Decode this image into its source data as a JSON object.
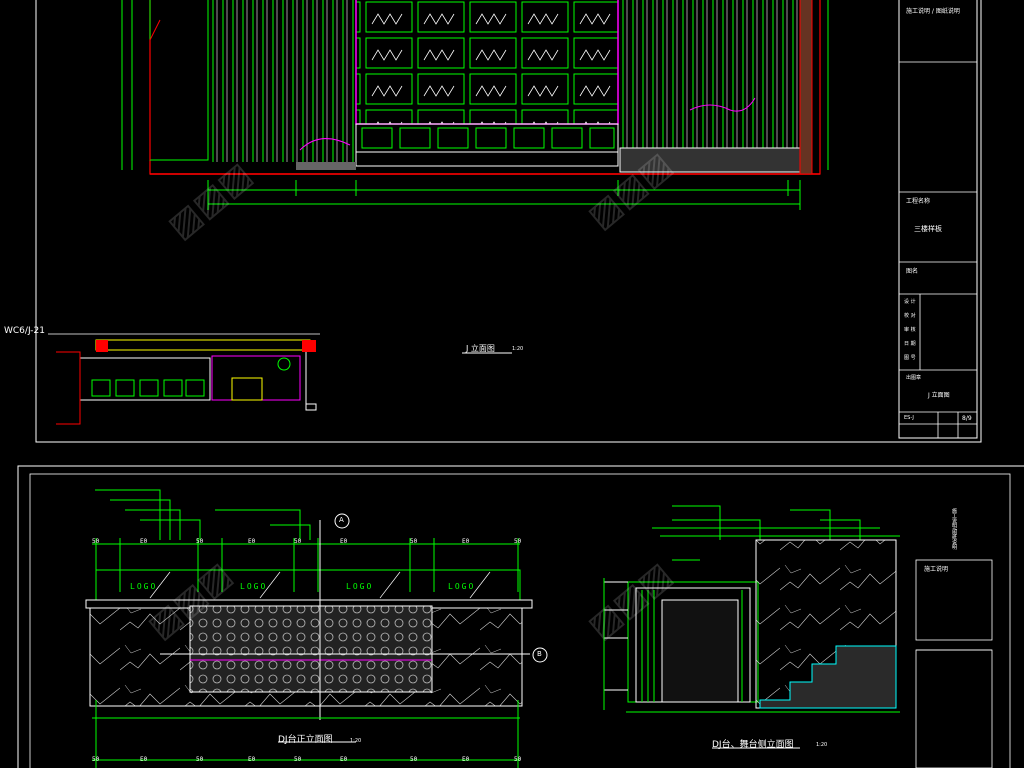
{
  "sheet1": {
    "title": "J 立面图",
    "scale": "1:20",
    "side_code": "WC6/J-21",
    "tb_upper_notes": "施工说明 / 图纸说明",
    "tb_project_label": "工程名称",
    "tb_project_name": "三楼样板",
    "tb_drawing_label": "图名",
    "tb_drawing_name": "J 立面图",
    "tb_stamp": "出图章",
    "tb_row1": "设 计",
    "tb_row2": "校 对",
    "tb_row3": "审 核",
    "tb_row4": "日 期",
    "tb_row5": "图 号",
    "tb_sheet": "ES-J",
    "tb_num": "8/9"
  },
  "sheet2": {
    "front_title": "DJ台正立面图",
    "front_scale": "1:20",
    "side_title": "DJ台、舞台侧立面图",
    "side_scale": "1:20",
    "logo": "LOGO",
    "callout_a": "A",
    "callout_b": "B",
    "notes_header": "施工说明",
    "side_tb_header": "施工说明/图纸说明",
    "dims_top": [
      "50",
      "E0",
      "50",
      "E0",
      "50",
      "E0",
      "50",
      "E0",
      "50"
    ],
    "dims_bottom": [
      "50",
      "E0",
      "50",
      "E0",
      "50",
      "E0",
      "50",
      "E0",
      "50"
    ]
  },
  "colors": {
    "background": "#000000",
    "green": "#00ff00",
    "white": "#ffffff",
    "magenta": "#ff00ff",
    "red": "#ff0000",
    "yellow": "#ffff00",
    "cyan": "#00ffff"
  }
}
